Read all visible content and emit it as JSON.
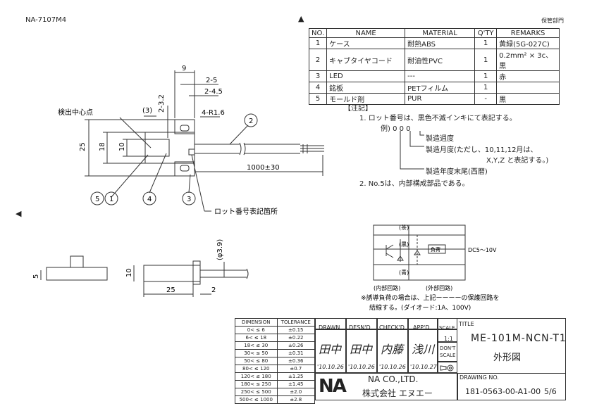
{
  "header": {
    "doc_code": "NA-7107M4",
    "dept": "保管部門"
  },
  "bom": {
    "headers": [
      "NO.",
      "NAME",
      "MATERIAL",
      "Q'TY",
      "REMARKS"
    ],
    "rows": [
      [
        "1",
        "ケース",
        "耐熱ABS",
        "1",
        "黄緑(5G-027C)"
      ],
      [
        "2",
        "キャブタイヤコード",
        "耐油性PVC",
        "1",
        "0.2mm² × 3c、黒"
      ],
      [
        "3",
        "LED",
        "---",
        "1",
        "赤"
      ],
      [
        "4",
        "銘板",
        "PETフィルム",
        "1",
        ""
      ],
      [
        "5",
        "モールド剤",
        "PUR",
        "-",
        "黒"
      ]
    ]
  },
  "notes": {
    "title": "【注記】",
    "n1": "1.  ロット番号は、黒色不滅インキにて表記する。",
    "example": "例)  0 0 0",
    "l1": "製造週度",
    "l2": "製造月度(ただし、10,11,12月は、",
    "l2b": "X,Y,Z と表記する。)",
    "l3": "製造年度末尾(西暦)",
    "n2": "2.  No.5は、内部構成部品である。"
  },
  "dims": {
    "d9": "9",
    "d2_5": "2-5",
    "d2_45": "2-4.5",
    "d2_32": "2-3.2",
    "d3": "(3)",
    "d4r": "4-R1.6",
    "d25": "25",
    "d18": "18",
    "d10": "10",
    "d1000": "1000±30",
    "dia": "(φ3.9)",
    "d5": "5",
    "d10b": "10",
    "d25b": "25",
    "d2": "2"
  },
  "labels": {
    "center": "検出中心点",
    "lot": "ロット番号表記箇所",
    "b1": "1",
    "b2": "2",
    "b3": "3",
    "b4": "4",
    "b5": "5"
  },
  "circuit": {
    "brown": "(茶)",
    "black": "(黒)",
    "blue": "(青)",
    "load": "負荷",
    "vdc": "DC5〜10V",
    "inner": "(内部回路)",
    "outer": "(外部回路)",
    "note1": "※誘導負荷の場合は、上記ーーーーの保護回路を",
    "note2": "結線する。(ダイオード:1A、100V)"
  },
  "tolerance": {
    "headers": [
      "DIMENSION",
      "TOLERANCE"
    ],
    "rows": [
      [
        "0< ≤ 6",
        "±0.15"
      ],
      [
        "6< ≤ 18",
        "±0.22"
      ],
      [
        "18< ≤ 30",
        "±0.26"
      ],
      [
        "30< ≤ 50",
        "±0.31"
      ],
      [
        "50< ≤ 80",
        "±0.36"
      ],
      [
        "80< ≤ 120",
        "±0.7"
      ],
      [
        "120< ≤ 180",
        "±1.25"
      ],
      [
        "180< ≤ 250",
        "±1.45"
      ],
      [
        "250< ≤ 500",
        "±2.0"
      ],
      [
        "500< ≤ 1000",
        "±2.8"
      ]
    ]
  },
  "title_block": {
    "drawn": "DRAWN",
    "desnd": "DESN'D",
    "checkd": "CHECK'D",
    "appd": "APP'D",
    "scale": "SCALE",
    "scale_val": "1:1",
    "dont": "DON'T",
    "scale2": "SCALE",
    "title_lbl": "TITLE",
    "title1": "ME-101M-NCN-T1",
    "title2": "外形図",
    "sig1": "田中",
    "sig2": "田中",
    "sig3": "内藤",
    "sig4": "浅川",
    "date1": "'10.10.26",
    "date2": "'10.10.26",
    "date3": "'10.10.26",
    "date4": "'10.10.27",
    "company_en": "NA CO.,LTD.",
    "company_jp": "株式会社  エヌエー",
    "logo": "NA",
    "drawing_no_lbl": "DRAWING NO.",
    "drawing_no": "181-0563-00-A1-00",
    "sheet": "5/6"
  }
}
